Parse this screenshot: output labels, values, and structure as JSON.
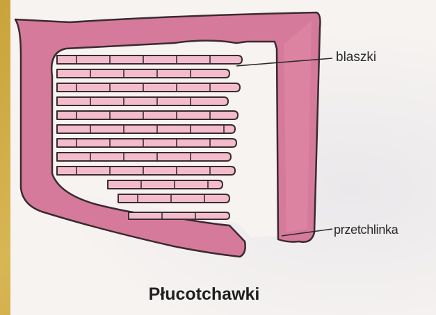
{
  "labels": {
    "blaszki": "blaszki",
    "przetchlinka": "przetchlinka"
  },
  "caption": "Płucotchawki",
  "colors": {
    "frame": "#d57a9b",
    "frame_stroke": "#3a2a30",
    "lamella": "#f0c0d0",
    "background": "#f6f3f1",
    "border_gold": "#c9a33a"
  },
  "icons": [
    "lung-book-diagram"
  ]
}
